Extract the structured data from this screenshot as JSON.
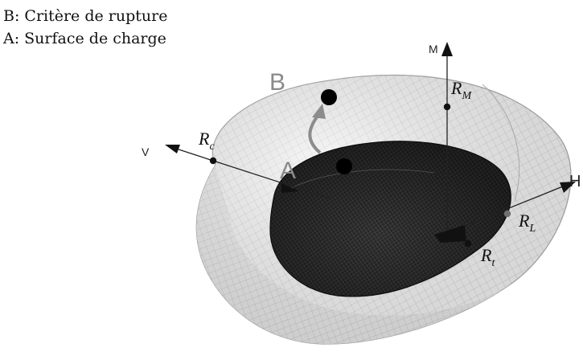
{
  "legend": {
    "line_b": "B: Critère de rupture",
    "line_a": "A: Surface de charge"
  },
  "axes": {
    "vertical": "M",
    "left": "V",
    "right": "H"
  },
  "points": {
    "big_b": "B",
    "big_a": "A"
  },
  "resistance_labels": {
    "rc": {
      "main": "R",
      "sub": "c"
    },
    "rm": {
      "main": "R",
      "sub": "M"
    },
    "rl": {
      "main": "R",
      "sub": "L"
    },
    "rt": {
      "main": "R",
      "sub": "t"
    }
  },
  "colors": {
    "outer_surface": "#d6d6d6",
    "inner_surface": "#1c1c1c",
    "arrow": "#8c8c8c"
  }
}
